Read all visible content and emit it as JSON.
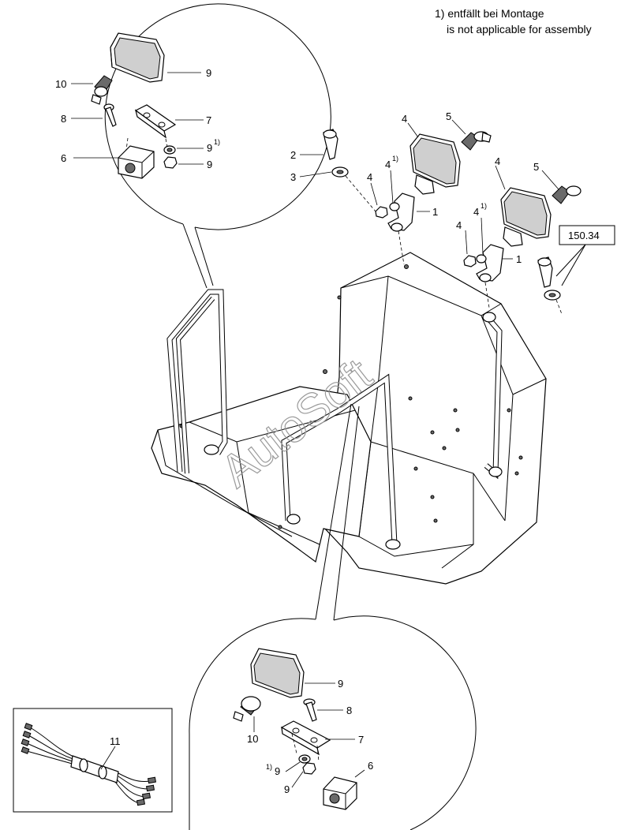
{
  "note": {
    "line1": "1) entfällt bei Montage",
    "line2": "is not applicable for assembly"
  },
  "watermark": "AutoSoft",
  "reference_box": "150.34",
  "superscript": "1)",
  "callouts": {
    "top_detail": {
      "c10": "10",
      "c9a": "9",
      "c8": "8",
      "c7": "7",
      "c9b": "9",
      "c6": "6",
      "c9c": "9"
    },
    "main": {
      "c2": "2",
      "c3": "3",
      "c4a": "4",
      "c4b": "4",
      "c4c": "4",
      "c5a": "5",
      "c1a": "1",
      "c4d": "4",
      "c5b": "5",
      "c4e": "4",
      "c4f": "4",
      "c1b": "1"
    },
    "bottom_detail": {
      "c9a": "9",
      "c8": "8",
      "c10": "10",
      "c7": "7",
      "c9b": "9",
      "c9c": "9",
      "c6": "6"
    },
    "harness": {
      "c11": "11"
    }
  }
}
